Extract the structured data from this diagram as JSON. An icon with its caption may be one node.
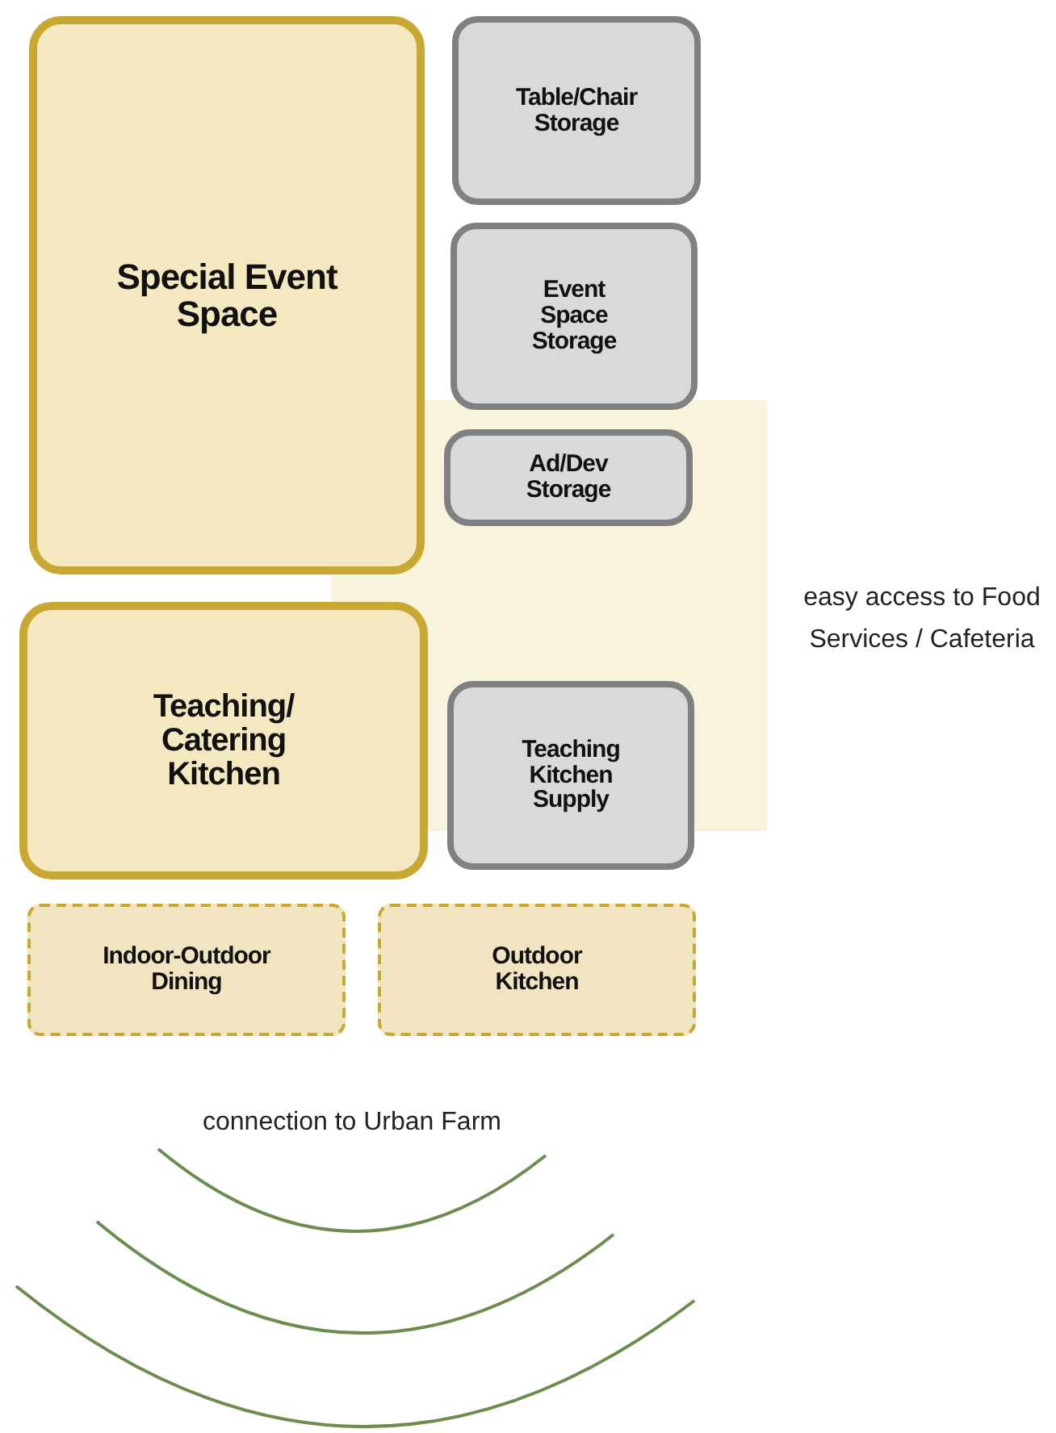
{
  "diagram": {
    "nodes": [
      {
        "text": [
          "Special Event Space"
        ]
      },
      {
        "text": [
          "Table/Chair Storage"
        ]
      },
      {
        "text": [
          "Event Space Storage"
        ]
      },
      {
        "text": [
          "Ad/Dev Storage"
        ]
      },
      {
        "text": [
          "Teaching/ Catering Kitchen"
        ]
      },
      {
        "text": [
          "Teaching Kitchen Supply"
        ]
      },
      {
        "text": [
          "Indoor-Outdoor Dining"
        ]
      },
      {
        "text": [
          "Outdoor Kitchen"
        ]
      }
    ],
    "edges": [],
    "labels": [
      "easy access to Food Services / Cafeteria",
      "connection to Urban Farm"
    ]
  }
}
